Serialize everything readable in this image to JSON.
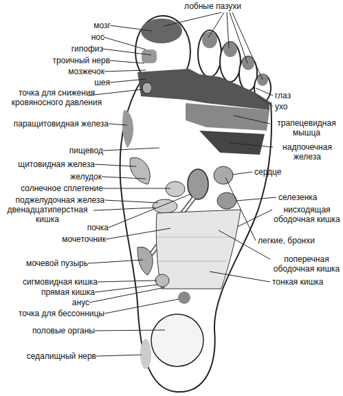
{
  "diagram": {
    "labels": [
      "лобные пазухи",
      "мозг",
      "нос",
      "гипофиз",
      "троичный нерв",
      "мозжечок",
      "шея",
      "точка для снижения кровяносного давления",
      "паращитовидная железа",
      "пищевод",
      "щитовидная железа",
      "желудок",
      "солнечное сплетение",
      "поджелудочная железа",
      "двенадцатиперстная кишка",
      "почка",
      "мочеточник",
      "мочевой пузырь",
      "сигмовидная кишка",
      "прямая кишка",
      "анус",
      "точка для бессонницы",
      "половые органы",
      "седалищный нерв",
      "глаз",
      "ухо",
      "трапецевидная мышца",
      "надпочечная железа",
      "сердце",
      "селезенка",
      "нисходящая ободочная кишка",
      "легкие, бронхи",
      "поперечная ободочная кишка",
      "тонкая кишка"
    ]
  }
}
